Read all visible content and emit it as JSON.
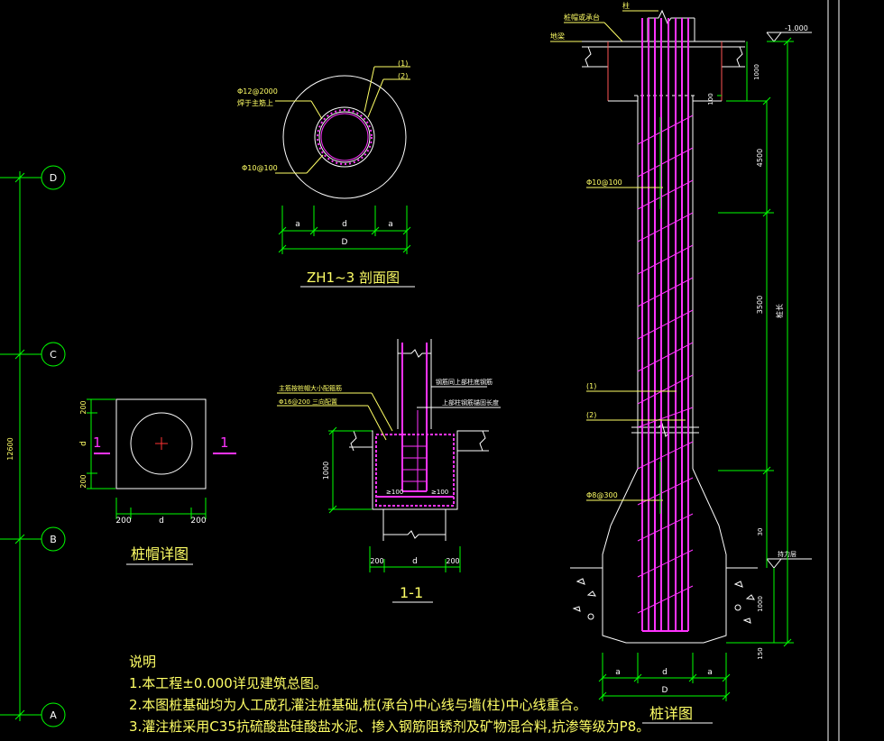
{
  "axes": {
    "labels": [
      "D",
      "C",
      "B",
      "A"
    ],
    "dimension": "12600"
  },
  "section_view": {
    "title": "ZH1~3 剖面图",
    "label_spiral": "Φ12@2000",
    "label_spiral_note": "焊于主筋上",
    "label_ring": "Φ10@100",
    "marker_1": "(1)",
    "marker_2": "(2)",
    "dim_a": "a",
    "dim_d": "d",
    "dim_D": "D"
  },
  "cap_detail": {
    "title": "桩帽详图",
    "dim_200": "200",
    "dim_d": "d",
    "cut_label": "1"
  },
  "section_11": {
    "title": "1-1",
    "note_top": "钢筋同上部柱底钢筋",
    "note_mid": "上部柱钢筋锚固长度",
    "note_left_1": "主筋按桩帽大小配箍筋",
    "note_left_2": "Φ16@200 三向配置",
    "dim_1000": "1000",
    "dim_200": "200",
    "dim_d": "d",
    "rebar_left": "≥100",
    "rebar_right": "≥100"
  },
  "pile_detail": {
    "title": "桩详图",
    "label_top": "柱",
    "label_cap": "桩帽或承台",
    "label_beam": "地梁",
    "elev": "-1.000",
    "dim_1000": "1000",
    "dim_100": "100",
    "dim_4500": "4500",
    "dim_3500": "3500",
    "dim_pile_len": "桩长",
    "dim_30": "30",
    "dim_1000b": "1000",
    "dim_150": "150",
    "label_stirrup_top": "Φ10@100",
    "label_1": "(1)",
    "label_2": "(2)",
    "label_stirrup_bot": "Φ8@300",
    "label_bearing": "持力层",
    "dim_a": "a",
    "dim_d": "d",
    "dim_D": "D"
  },
  "notes": {
    "heading": "说明",
    "line1": "1.本工程±0.000详见建筑总图。",
    "line2": "2.本图桩基础均为人工成孔灌注桩基础,桩(承台)中心线与墙(柱)中心线重合。",
    "line3": "3.灌注桩采用C35抗硫酸盐硅酸盐水泥、掺入钢筋阻锈剂及矿物混合料,抗渗等级为P8。"
  },
  "colors": {
    "background": "#000000",
    "axis": "#00ff00",
    "outline": "#ffffff",
    "rebar": "#ff33ff",
    "text": "#ffff66",
    "wall": "#ff5555"
  }
}
